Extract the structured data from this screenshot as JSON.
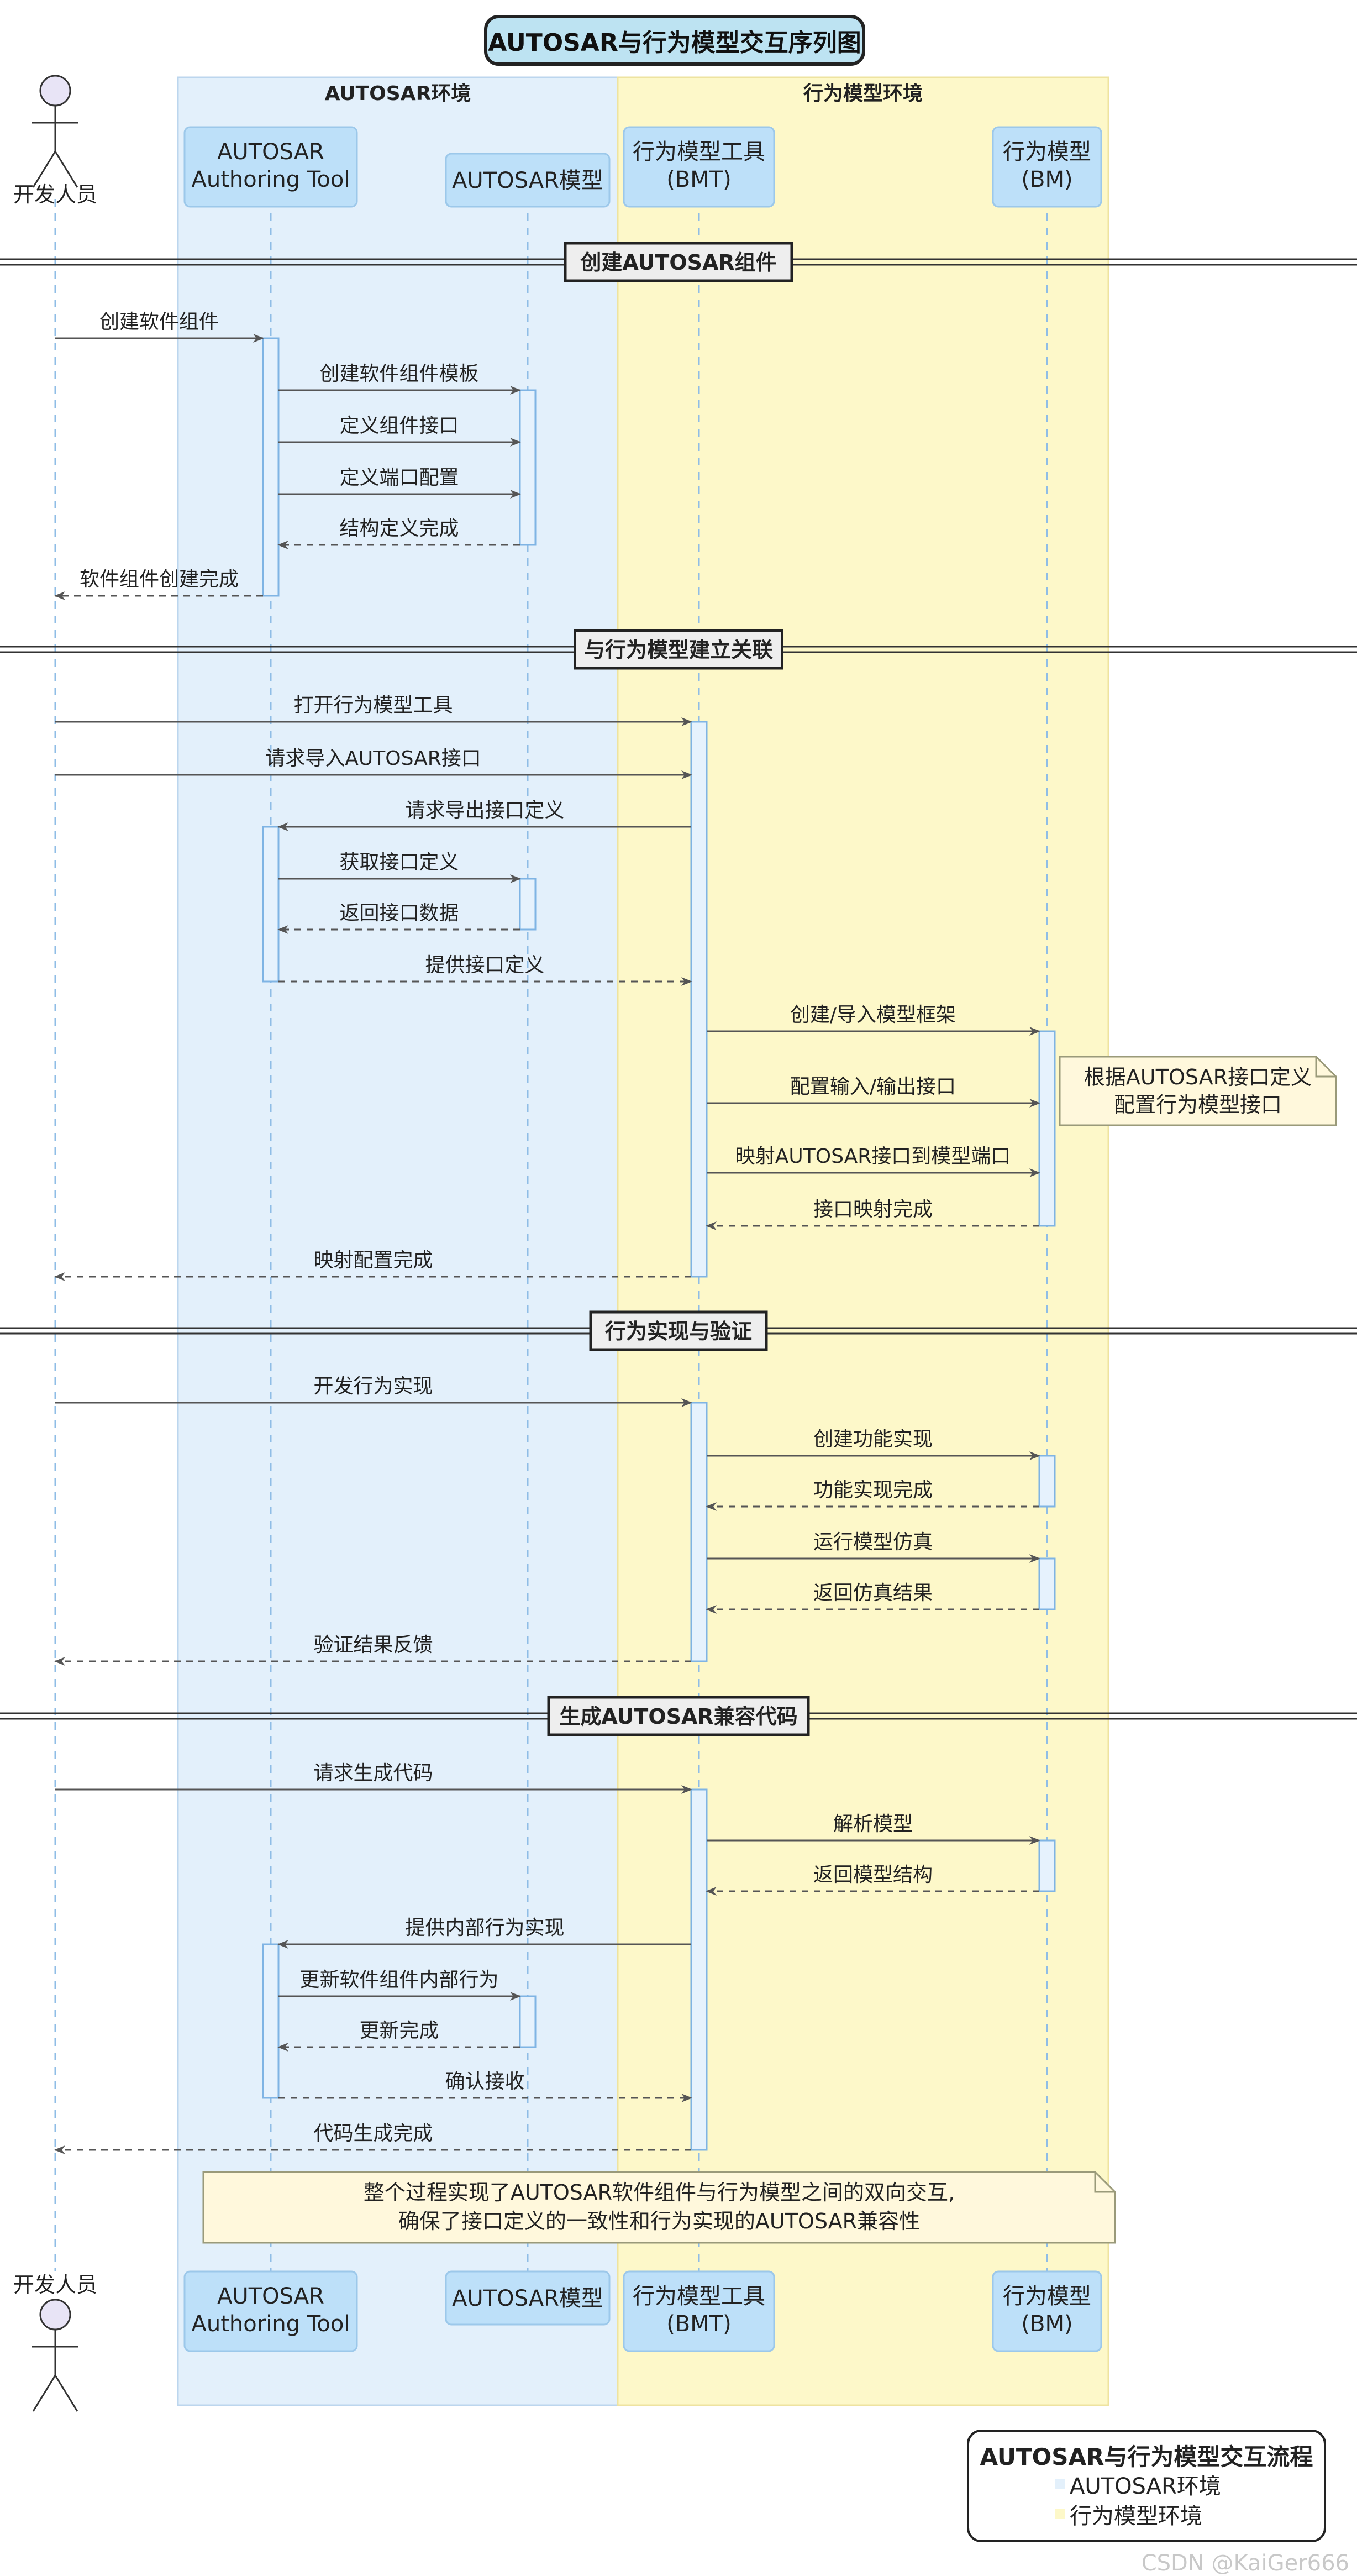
{
  "title": "AUTOSAR与行为模型交互序列图",
  "colors": {
    "autosar_zone": "#e3f0fb",
    "autosar_zone_border": "#bcd6ee",
    "behavior_zone": "#fdf8c9",
    "behavior_zone_border": "#eee3a0",
    "participant_fill": "#bde0f9",
    "participant_border": "#9cc8ea",
    "lifeline": "#8fbde6",
    "activation_fill": "#e6f2fd",
    "activation_border": "#7fb4e4",
    "arrow": "#555555",
    "note_fill": "#fff8dc",
    "note_border": "#9a9a7a"
  },
  "boxes": [
    {
      "id": "autosar",
      "label": "AUTOSAR环境"
    },
    {
      "id": "behavior",
      "label": "行为模型环境"
    }
  ],
  "participants": [
    {
      "id": "dev",
      "label": "开发人员",
      "kind": "actor"
    },
    {
      "id": "tool",
      "label": "AUTOSAR\nAuthoring Tool",
      "kind": "box"
    },
    {
      "id": "model",
      "label": "AUTOSAR模型",
      "kind": "box"
    },
    {
      "id": "bmt",
      "label": "行为模型工具\n(BMT)",
      "kind": "box"
    },
    {
      "id": "bm",
      "label": "行为模型\n(BM)",
      "kind": "box"
    }
  ],
  "sections": [
    {
      "label": "创建AUTOSAR组件",
      "messages": [
        {
          "from": "dev",
          "to": "tool",
          "label": "创建软件组件",
          "style": "solid"
        },
        {
          "from": "tool",
          "to": "model",
          "label": "创建软件组件模板",
          "style": "solid"
        },
        {
          "from": "tool",
          "to": "model",
          "label": "定义组件接口",
          "style": "solid"
        },
        {
          "from": "tool",
          "to": "model",
          "label": "定义端口配置",
          "style": "solid"
        },
        {
          "from": "model",
          "to": "tool",
          "label": "结构定义完成",
          "style": "dashed"
        },
        {
          "from": "tool",
          "to": "dev",
          "label": "软件组件创建完成",
          "style": "dashed"
        }
      ]
    },
    {
      "label": "与行为模型建立关联",
      "messages": [
        {
          "from": "dev",
          "to": "bmt",
          "label": "打开行为模型工具",
          "style": "solid"
        },
        {
          "from": "dev",
          "to": "bmt",
          "label": "请求导入AUTOSAR接口",
          "style": "solid"
        },
        {
          "from": "bmt",
          "to": "tool",
          "label": "请求导出接口定义",
          "style": "solid"
        },
        {
          "from": "tool",
          "to": "model",
          "label": "获取接口定义",
          "style": "solid"
        },
        {
          "from": "model",
          "to": "tool",
          "label": "返回接口数据",
          "style": "dashed"
        },
        {
          "from": "tool",
          "to": "bmt",
          "label": "提供接口定义",
          "style": "dashed"
        },
        {
          "from": "bmt",
          "to": "bm",
          "label": "创建/导入模型框架",
          "style": "solid"
        },
        {
          "from": "bmt",
          "to": "bm",
          "label": "配置输入/输出接口",
          "style": "solid"
        },
        {
          "from": "bmt",
          "to": "bm",
          "label": "映射AUTOSAR接口到模型端口",
          "style": "solid"
        },
        {
          "from": "bm",
          "to": "bmt",
          "label": "接口映射完成",
          "style": "dashed"
        },
        {
          "from": "bmt",
          "to": "dev",
          "label": "映射配置完成",
          "style": "dashed"
        }
      ]
    },
    {
      "label": "行为实现与验证",
      "messages": [
        {
          "from": "dev",
          "to": "bmt",
          "label": "开发行为实现",
          "style": "solid"
        },
        {
          "from": "bmt",
          "to": "bm",
          "label": "创建功能实现",
          "style": "solid"
        },
        {
          "from": "bm",
          "to": "bmt",
          "label": "功能实现完成",
          "style": "dashed"
        },
        {
          "from": "bmt",
          "to": "bm",
          "label": "运行模型仿真",
          "style": "solid"
        },
        {
          "from": "bm",
          "to": "bmt",
          "label": "返回仿真结果",
          "style": "dashed"
        },
        {
          "from": "bmt",
          "to": "dev",
          "label": "验证结果反馈",
          "style": "dashed"
        }
      ]
    },
    {
      "label": "生成AUTOSAR兼容代码",
      "messages": [
        {
          "from": "dev",
          "to": "bmt",
          "label": "请求生成代码",
          "style": "solid"
        },
        {
          "from": "bmt",
          "to": "bm",
          "label": "解析模型",
          "style": "solid"
        },
        {
          "from": "bm",
          "to": "bmt",
          "label": "返回模型结构",
          "style": "dashed"
        },
        {
          "from": "bmt",
          "to": "tool",
          "label": "提供内部行为实现",
          "style": "solid"
        },
        {
          "from": "tool",
          "to": "model",
          "label": "更新软件组件内部行为",
          "style": "solid"
        },
        {
          "from": "model",
          "to": "tool",
          "label": "更新完成",
          "style": "dashed"
        },
        {
          "from": "tool",
          "to": "bmt",
          "label": "确认接收",
          "style": "dashed"
        },
        {
          "from": "bmt",
          "to": "dev",
          "label": "代码生成完成",
          "style": "dashed"
        }
      ]
    }
  ],
  "notes": [
    {
      "id": "note-interface",
      "text": "根据AUTOSAR接口定义\n配置行为模型接口"
    },
    {
      "id": "note-summary",
      "text": "整个过程实现了AUTOSAR软件组件与行为模型之间的双向交互,\n确保了接口定义的一致性和行为实现的AUTOSAR兼容性"
    }
  ],
  "legend": {
    "title": "AUTOSAR与行为模型交互流程",
    "items": [
      {
        "label": "AUTOSAR环境",
        "color": "#e3f0fb"
      },
      {
        "label": "行为模型环境",
        "color": "#fdf8c9"
      }
    ]
  },
  "watermark": "CSDN @KaiGer666"
}
